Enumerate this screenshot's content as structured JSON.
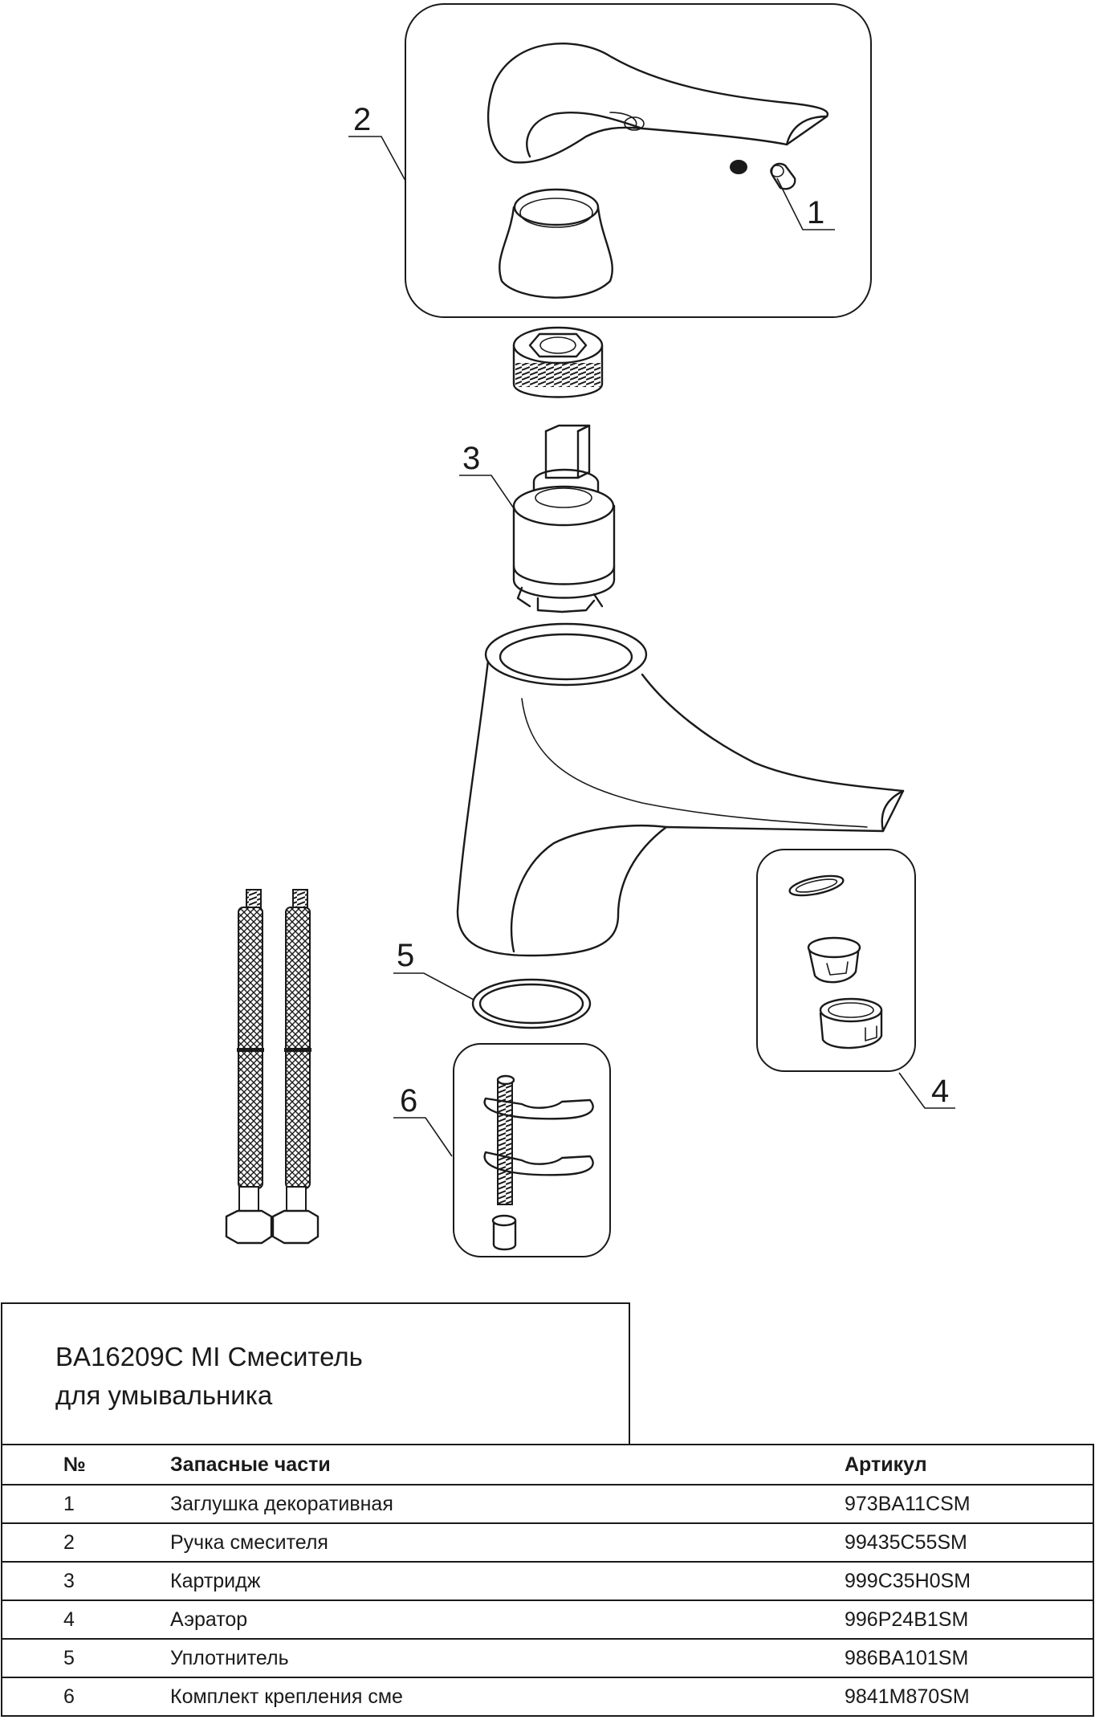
{
  "drawing": {
    "callouts": [
      "1",
      "2",
      "3",
      "4",
      "5",
      "6"
    ]
  },
  "title": {
    "line1": "BA16209C MI Смеситель",
    "line2": "для умывальника"
  },
  "table": {
    "headers": [
      "№",
      "Запасные части",
      "Артикул"
    ],
    "rows": [
      {
        "no": "1",
        "name": "Заглушка декоративная",
        "article": "973BA11CSM"
      },
      {
        "no": "2",
        "name": "Ручка смесителя",
        "article": "99435C55SM"
      },
      {
        "no": "3",
        "name": "Картридж",
        "article": "999C35H0SM"
      },
      {
        "no": "4",
        "name": "Аэратор",
        "article": "996P24B1SM"
      },
      {
        "no": "5",
        "name": "Уплотнитель",
        "article": "986BA101SM"
      },
      {
        "no": "6",
        "name": "Комплект крепления сме",
        "article": "9841M870SM"
      }
    ]
  }
}
